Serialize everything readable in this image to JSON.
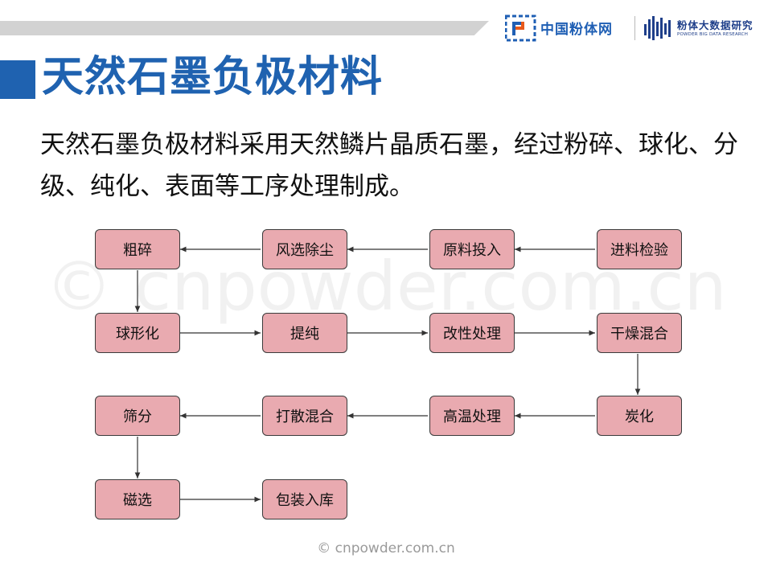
{
  "header": {
    "brand_left": "中国粉体网",
    "brand_right_cn": "粉体大数据研究",
    "brand_right_en": "POWDER BIG DATA RESEARCH"
  },
  "slide": {
    "title": "天然石墨负极材料",
    "body": "天然石墨负极材料采用天然鳞片晶质石墨，经过粉碎、球化、分级、纯化、表面等工序处理制成。"
  },
  "watermark": {
    "big": "© cnpowder.com.cn",
    "small": "© cnpowder.com.cn"
  },
  "flow": {
    "nodes": [
      {
        "id": "coarse-crushing",
        "label": "粗碎"
      },
      {
        "id": "air-dust-removal",
        "label": "风选除尘"
      },
      {
        "id": "raw-material-feeding",
        "label": "原料投入"
      },
      {
        "id": "incoming-inspection",
        "label": "进料检验"
      },
      {
        "id": "spheroidizing",
        "label": "球形化"
      },
      {
        "id": "purification",
        "label": "提纯"
      },
      {
        "id": "modification",
        "label": "改性处理"
      },
      {
        "id": "drying-mixing",
        "label": "干燥混合"
      },
      {
        "id": "sieving",
        "label": "筛分"
      },
      {
        "id": "dispersing-mixing",
        "label": "打散混合"
      },
      {
        "id": "high-temp-treatment",
        "label": "高温处理"
      },
      {
        "id": "carbonization",
        "label": "炭化"
      },
      {
        "id": "magnetic-separation",
        "label": "磁选"
      },
      {
        "id": "packaging-storage",
        "label": "包装入库"
      }
    ],
    "edges": [
      {
        "from": "incoming-inspection",
        "to": "raw-material-feeding"
      },
      {
        "from": "raw-material-feeding",
        "to": "air-dust-removal"
      },
      {
        "from": "air-dust-removal",
        "to": "coarse-crushing"
      },
      {
        "from": "coarse-crushing",
        "to": "spheroidizing"
      },
      {
        "from": "spheroidizing",
        "to": "purification"
      },
      {
        "from": "purification",
        "to": "modification"
      },
      {
        "from": "modification",
        "to": "drying-mixing"
      },
      {
        "from": "drying-mixing",
        "to": "carbonization"
      },
      {
        "from": "carbonization",
        "to": "high-temp-treatment"
      },
      {
        "from": "high-temp-treatment",
        "to": "dispersing-mixing"
      },
      {
        "from": "dispersing-mixing",
        "to": "sieving"
      },
      {
        "from": "sieving",
        "to": "magnetic-separation"
      },
      {
        "from": "magnetic-separation",
        "to": "packaging-storage"
      }
    ]
  },
  "colors": {
    "title_blue": "#1f62b0",
    "node_fill": "#e9aab0",
    "brand_blue": "#1f5fb4",
    "brand_navy": "#1f3f8a"
  }
}
